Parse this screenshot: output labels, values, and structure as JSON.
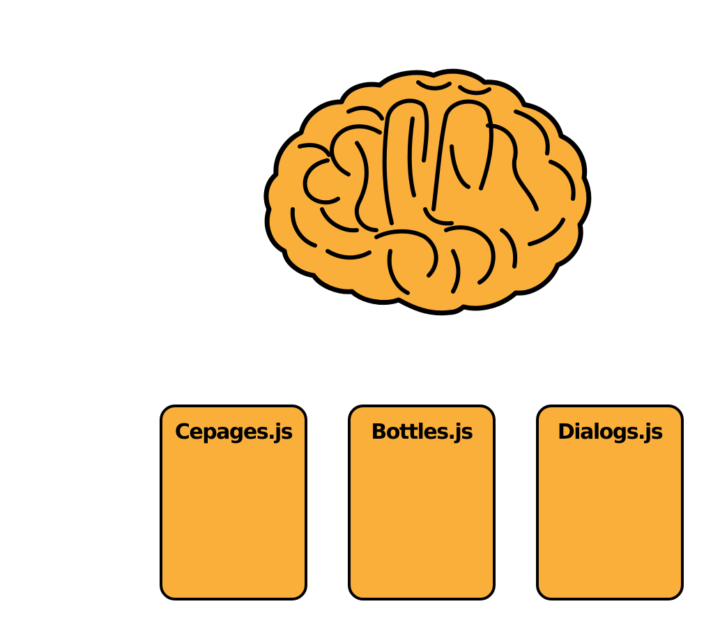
{
  "diagram": {
    "icon": "brain-icon",
    "colors": {
      "fill": "#FAAF3B",
      "stroke": "#000000",
      "background": "#FFFFFF"
    },
    "modules": [
      {
        "label": "Cepages.js"
      },
      {
        "label": "Bottles.js"
      },
      {
        "label": "Dialogs.js"
      }
    ]
  }
}
